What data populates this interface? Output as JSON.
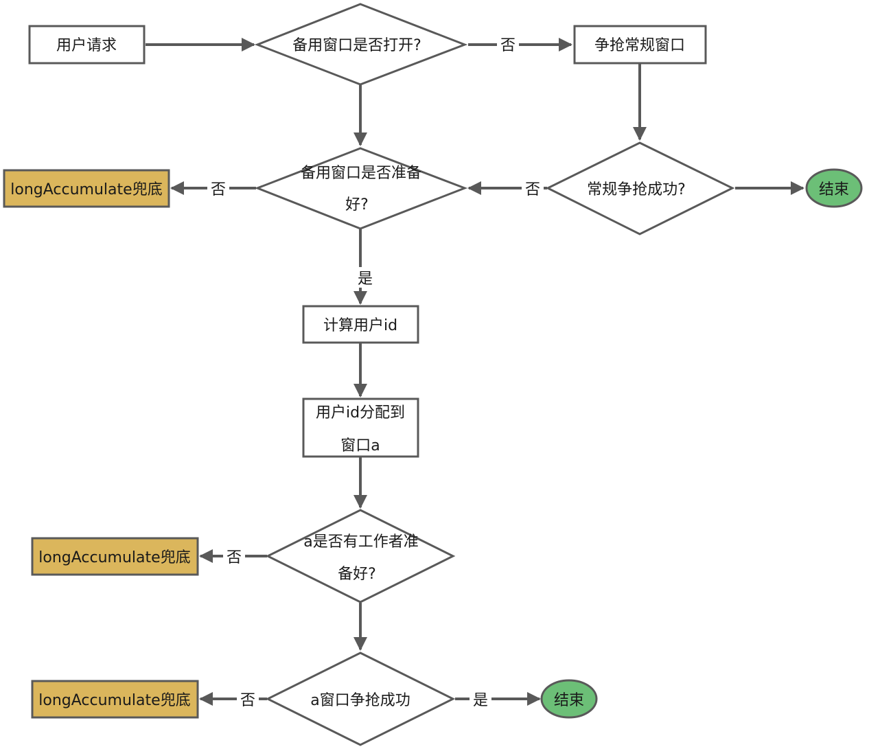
{
  "nodes": {
    "user_request": "用户请求",
    "backup_open_q": "备用窗口是否打开?",
    "compete_regular": "争抢常规窗口",
    "backup_ready_q_line1": "备用窗口是否准备",
    "backup_ready_q_line2": "好?",
    "regular_success_q": "常规争抢成功?",
    "end_1": "结束",
    "fallback_1": "longAccumulate兜底",
    "compute_user_id": "计算用户id",
    "assign_window_line1": "用户id分配到",
    "assign_window_line2": "窗口a",
    "a_worker_ready_q_line1": "a是否有工作者准",
    "a_worker_ready_q_line2": "备好?",
    "fallback_2": "longAccumulate兜底",
    "a_window_compete_q": "a窗口争抢成功",
    "fallback_3": "longAccumulate兜底",
    "end_2": "结束"
  },
  "edge_labels": {
    "no_1": "否",
    "no_2": "否",
    "no_3": "否",
    "yes_1": "是",
    "no_4": "否",
    "no_5": "否",
    "yes_2": "是"
  },
  "colors": {
    "fallback_fill": "#dbb65c",
    "end_fill": "#6cbf77",
    "stroke": "#595959"
  }
}
